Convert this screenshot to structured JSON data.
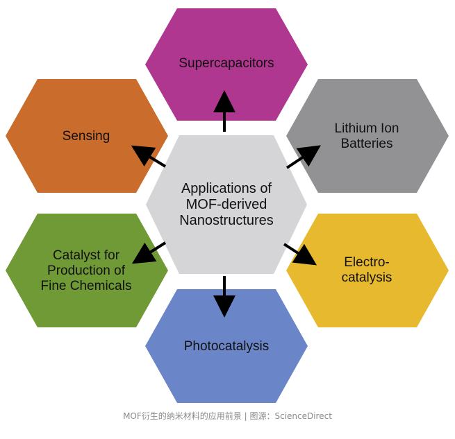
{
  "diagram": {
    "center": {
      "label": "Applications of\nMOF-derived\nNanostructures",
      "color": "#d5d5d8"
    },
    "applications": [
      {
        "id": "supercapacitors",
        "label": "Supercapacitors",
        "color": "#b0378f"
      },
      {
        "id": "lithium-ion-batteries",
        "label": "Lithium Ion\nBatteries",
        "color": "#929193"
      },
      {
        "id": "electrocatalysis",
        "label": "Electro-\ncatalysis",
        "color": "#e7b92f"
      },
      {
        "id": "photocatalysis",
        "label": "Photocatalysis",
        "color": "#6b86c8"
      },
      {
        "id": "catalyst-fine-chemicals",
        "label": "Catalyst for\nProduction of\nFine Chemicals",
        "color": "#6f9a35"
      },
      {
        "id": "sensing",
        "label": "Sensing",
        "color": "#c96c2c"
      }
    ],
    "arrow_color": "#000000"
  },
  "caption": "MOF衍生的纳米材料的应用前景 | 图源：ScienceDirect"
}
